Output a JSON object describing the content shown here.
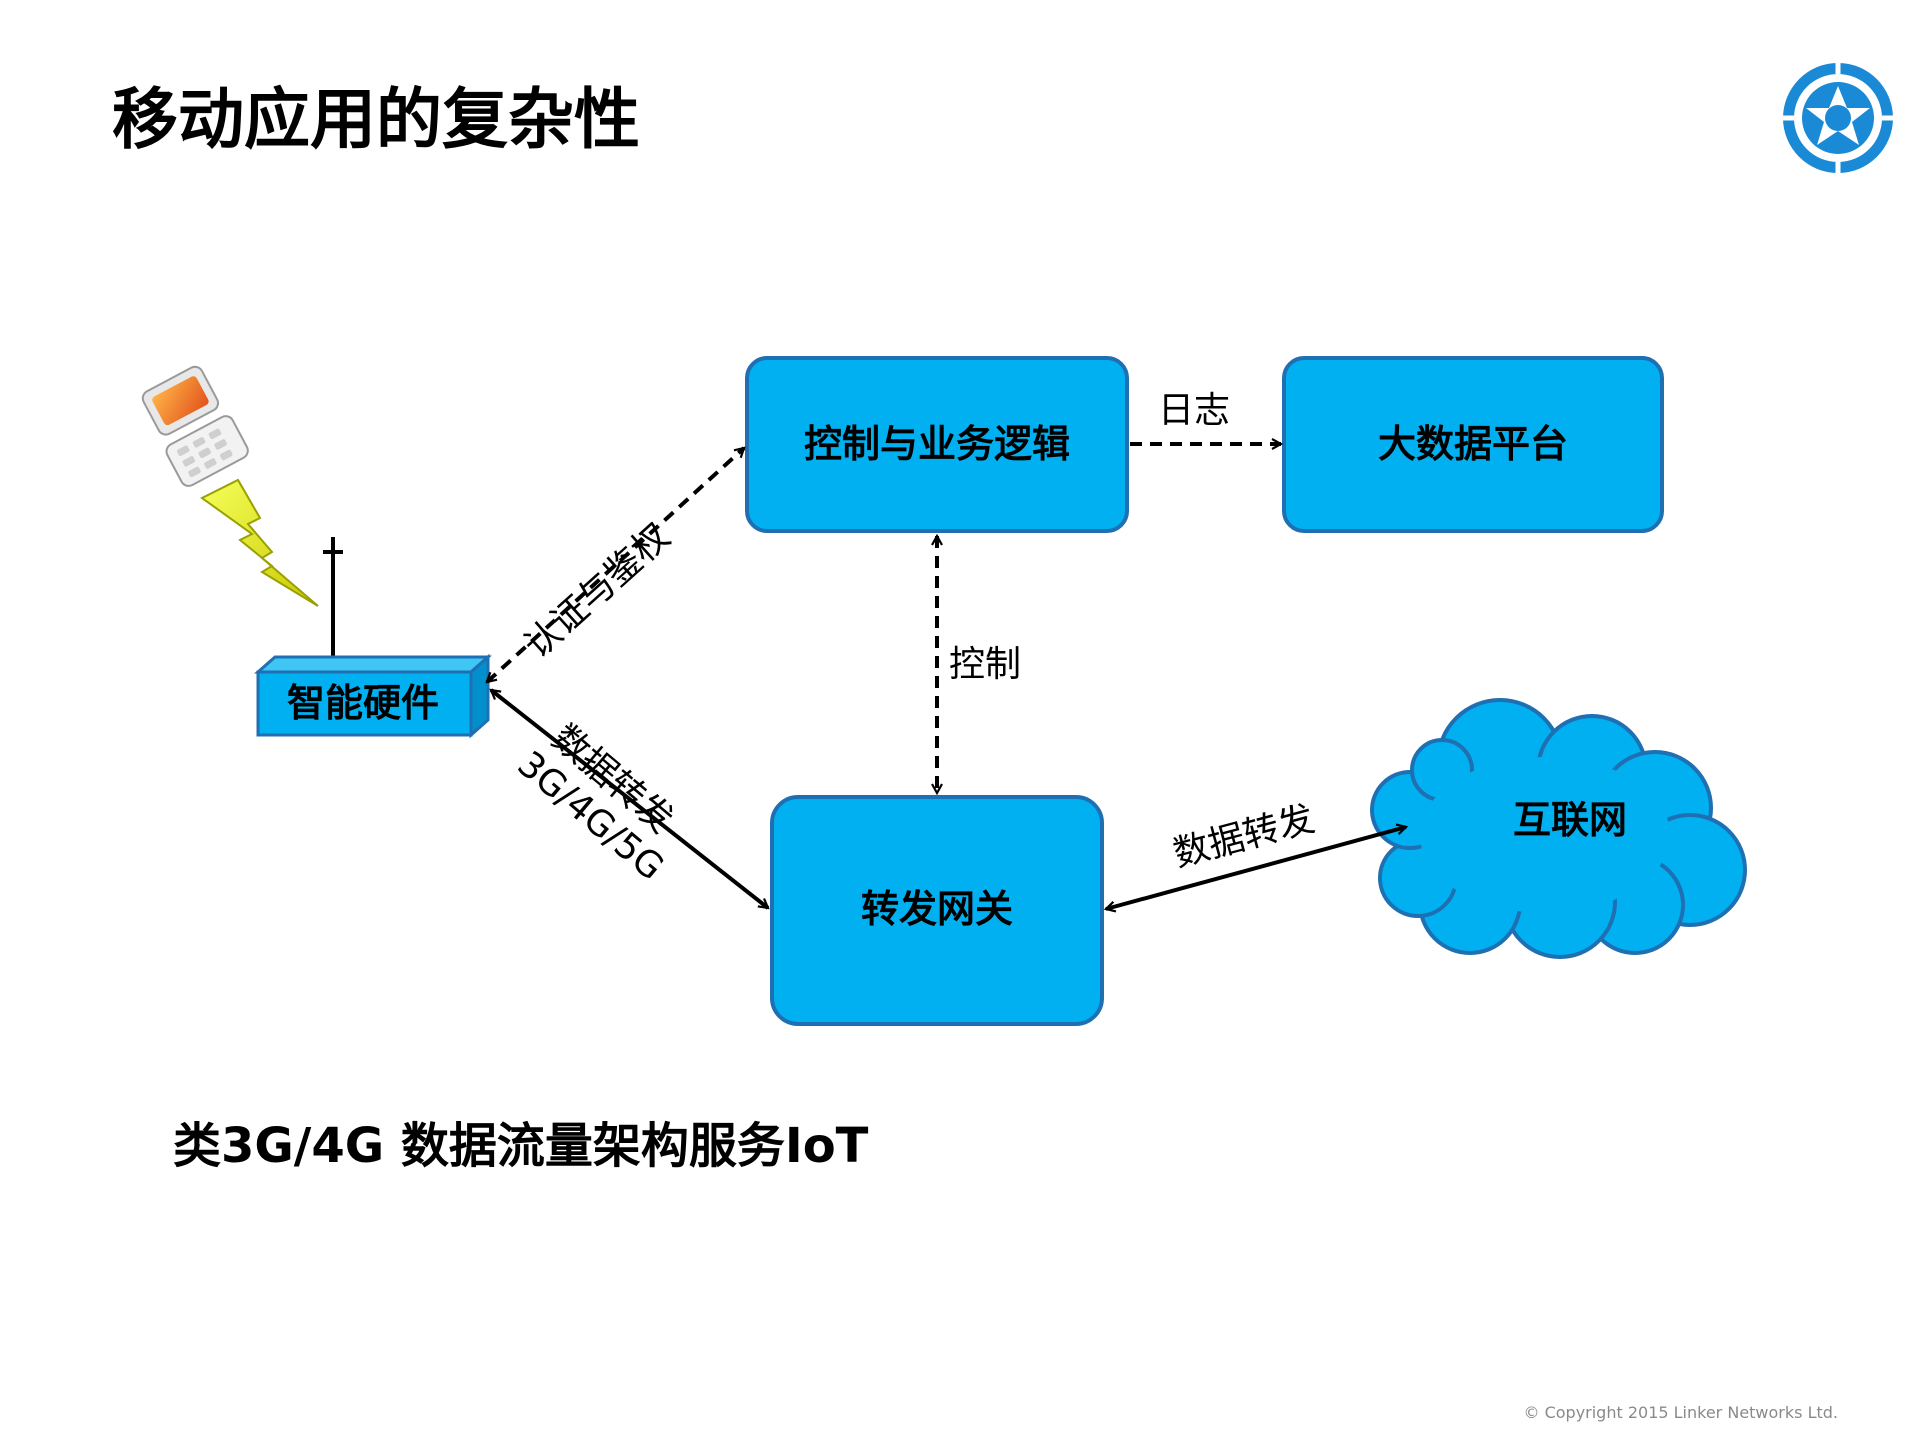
{
  "slide": {
    "title": "移动应用的复杂性",
    "subtitle": "类3G/4G 数据流量架构服务IoT",
    "copyright": "© Copyright 2015 Linker Networks Ltd."
  },
  "nodes": {
    "control": "控制与业务逻辑",
    "bigdata": "大数据平台",
    "hardware": "智能硬件",
    "gateway": "转发网关",
    "internet": "互联网"
  },
  "edges": {
    "log": "日志",
    "auth": "认证与鉴权",
    "control": "控制",
    "forward_line1": "数据转发",
    "forward_line2": "3G/4G/5G",
    "internet_forward": "数据转发"
  },
  "colors": {
    "box_fill": "#00b0f0",
    "box_stroke": "#1f6fb3",
    "logo_blue": "#1a8ad6"
  },
  "icons": [
    "phone-icon",
    "lightning-icon",
    "antenna-icon",
    "logo-icon"
  ]
}
